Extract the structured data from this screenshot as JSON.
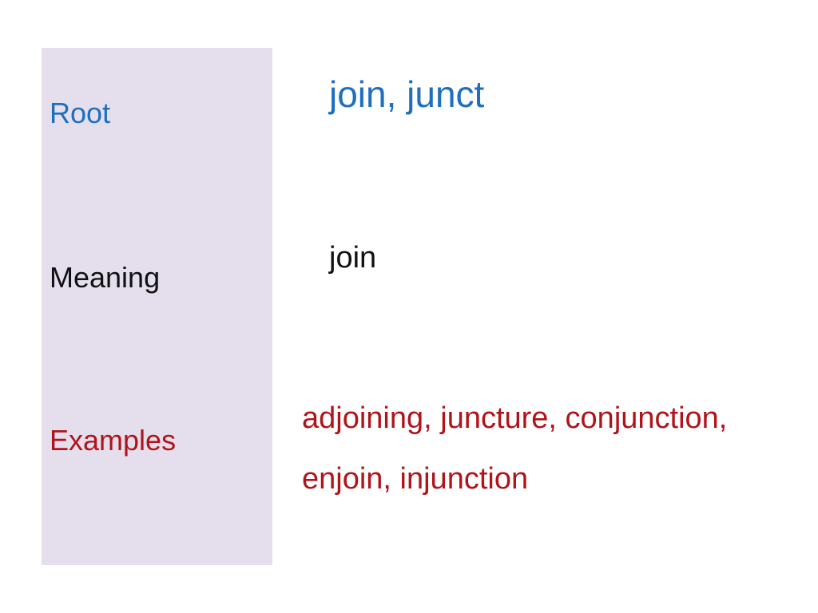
{
  "labels": {
    "root": "Root",
    "meaning": "Meaning",
    "examples": "Examples"
  },
  "values": {
    "root": "join, junct",
    "meaning": "join",
    "examples_lines": [
      "adjoining, juncture, conjunction,",
      "enjoin, injunction"
    ]
  },
  "colors": {
    "root": "#1f6fbf",
    "meaning": "#111111",
    "examples": "#b0141b",
    "panel": "#e5dfed"
  }
}
